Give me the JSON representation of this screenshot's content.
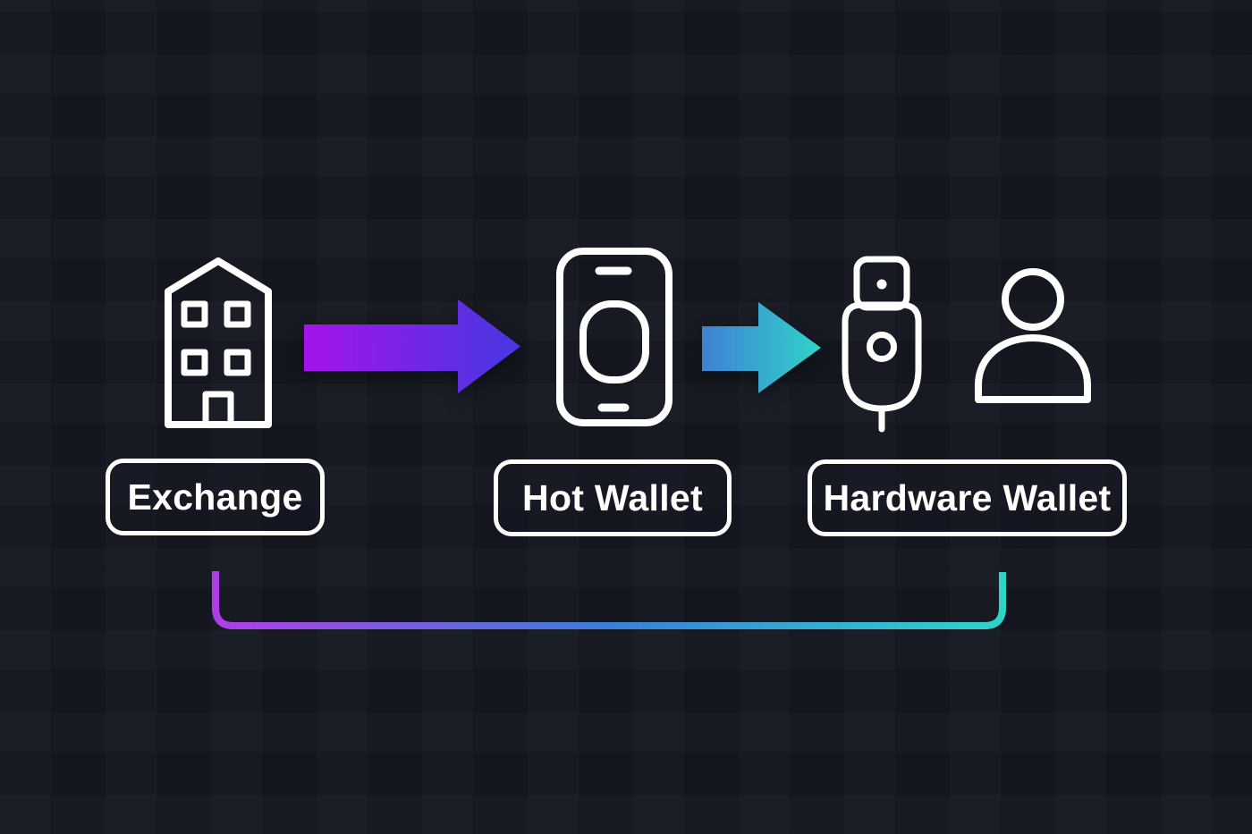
{
  "canvas": {
    "background_color": "#151821",
    "icon_stroke_color": "#ffffff",
    "label_border_color": "#ffffff",
    "label_text_color": "#ffffff"
  },
  "diagram": {
    "title": "",
    "nodes": [
      {
        "id": "exchange",
        "label": "Exchange",
        "icon": "building-icon"
      },
      {
        "id": "hot-wallet",
        "label": "Hot Wallet",
        "icon": "smartphone-icon"
      },
      {
        "id": "hardware-wallet",
        "label": "Hardware Wallet",
        "icons": [
          "usb-hardware-wallet-icon",
          "person-icon"
        ]
      }
    ],
    "arrows": [
      {
        "from": "Exchange",
        "to": "Hot Wallet",
        "gradient": {
          "start": "#a414ea",
          "end": "#4638e0"
        }
      },
      {
        "from": "Hot Wallet",
        "to": "Hardware Wallet",
        "gradient": {
          "start": "#3f80d4",
          "end": "#2fd4c9"
        }
      }
    ],
    "connector": {
      "from": "Exchange",
      "to": "Hardware Wallet",
      "gradient": {
        "start": "#b03ee8",
        "mid": "#3b7fd8",
        "end": "#2fd4c9"
      }
    }
  }
}
